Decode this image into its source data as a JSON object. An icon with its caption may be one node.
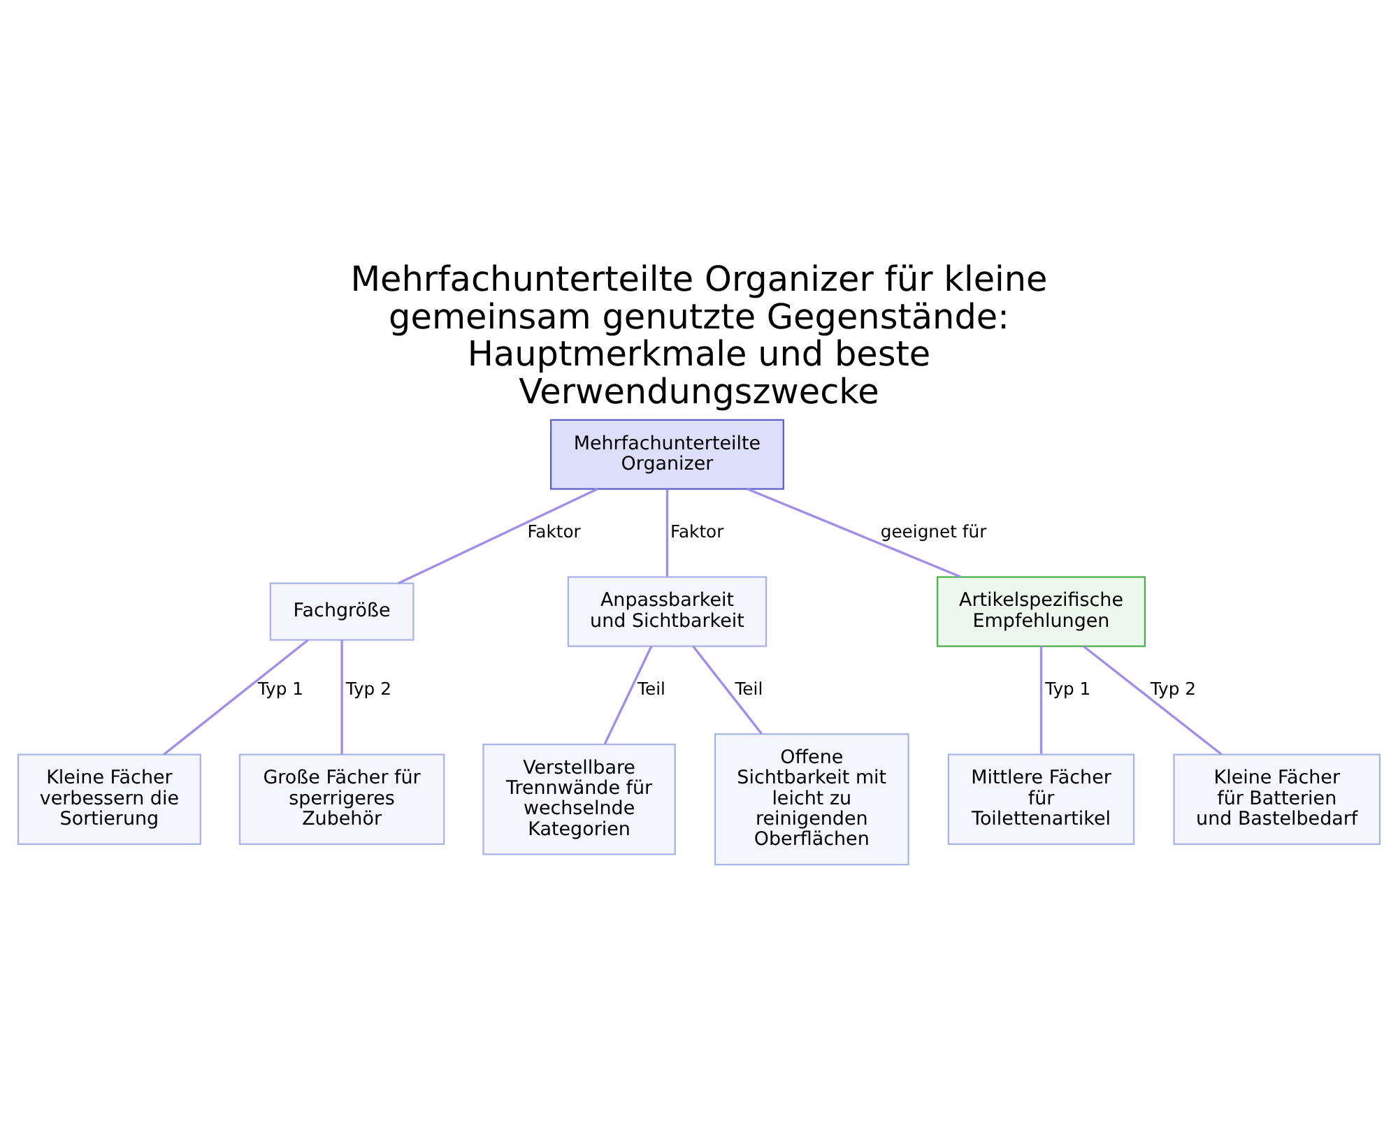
{
  "diagram": {
    "title": "Mehrfachunterteilte Organizer für kleine gemeinsam genutzte Gegenstände: Hauptmerkmale und beste Verwendungszwecke",
    "nodes": [
      {
        "text": [
          "Mehrfachunterteilte Organizer"
        ]
      },
      {
        "text": [
          "Fachgröße"
        ]
      },
      {
        "text": [
          "Anpassbarkeit und Sichtbarkeit"
        ]
      },
      {
        "text": [
          "Artikelspezifische Empfehlungen"
        ]
      },
      {
        "text": [
          "Kleine Fächer verbessern die Sortierung"
        ]
      },
      {
        "text": [
          "Große Fächer für sperrigeres Zubehör"
        ]
      },
      {
        "text": [
          "Verstellbare Trennwände für wechselnde Kategorien"
        ]
      },
      {
        "text": [
          "Offene Sichtbarkeit mit leicht zu reinigenden Oberflächen"
        ]
      },
      {
        "text": [
          "Mittlere Fächer für Toilettenartikel"
        ]
      },
      {
        "text": [
          "Kleine Fächer für Batterien und Bastelbedarf"
        ]
      }
    ],
    "edges": [
      {
        "from": 0,
        "to": 1,
        "arrow": "none",
        "label": "Faktor"
      },
      {
        "from": 0,
        "to": 2,
        "arrow": "none",
        "label": "Faktor"
      },
      {
        "from": 0,
        "to": 3,
        "arrow": "none",
        "label": "geeignet für"
      },
      {
        "from": 1,
        "to": 4,
        "arrow": "none",
        "label": "Typ 1"
      },
      {
        "from": 1,
        "to": 5,
        "arrow": "none",
        "label": "Typ 2"
      },
      {
        "from": 2,
        "to": 6,
        "arrow": "none",
        "label": "Teil"
      },
      {
        "from": 2,
        "to": 7,
        "arrow": "none",
        "label": "Teil"
      },
      {
        "from": 3,
        "to": 8,
        "arrow": "none",
        "label": "Typ 1"
      },
      {
        "from": 3,
        "to": 9,
        "arrow": "none",
        "label": "Typ 2"
      }
    ]
  }
}
